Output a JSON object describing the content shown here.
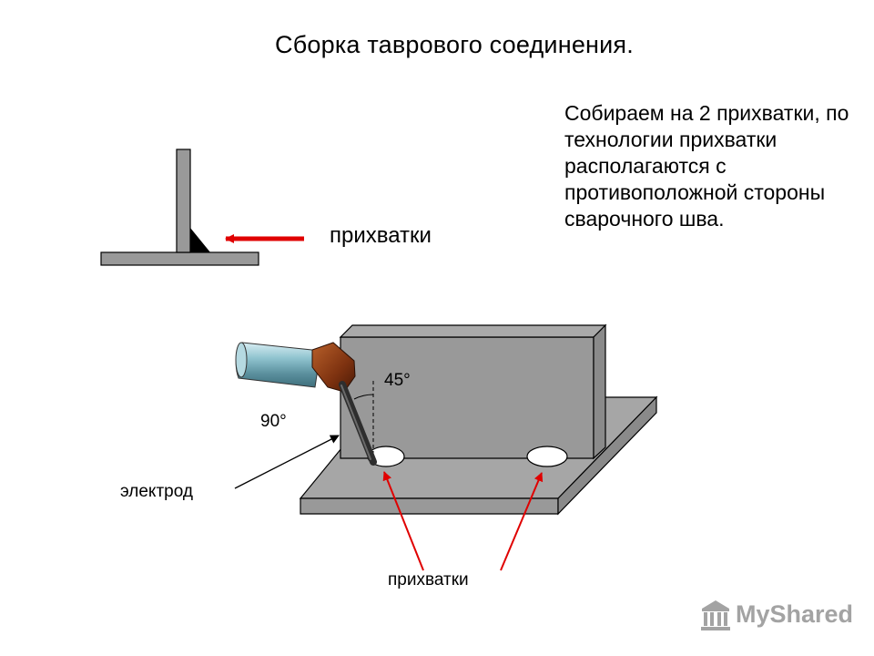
{
  "title": "Сборка таврового соединения.",
  "description": "Собираем на 2 прихватки, по технологии прихватки располагаются с противоположной стороны сварочного шва.",
  "labels": {
    "tacks_top": "прихватки",
    "tacks_bottom": "прихватки",
    "electrode": "электрод",
    "angle_45": "45°",
    "angle_90": "90°"
  },
  "watermark": "MyShared",
  "colors": {
    "metal_face": "#999999",
    "metal_top": "#a6a6a6",
    "metal_side": "#8a8a8a",
    "arrow_red": "#e00000",
    "tack_fill": "#ffffff",
    "holder_brown": "#8b3a10",
    "cable_cyan": "#7fb3c2"
  },
  "icons": {
    "watermark_logo": "school-building-icon"
  }
}
